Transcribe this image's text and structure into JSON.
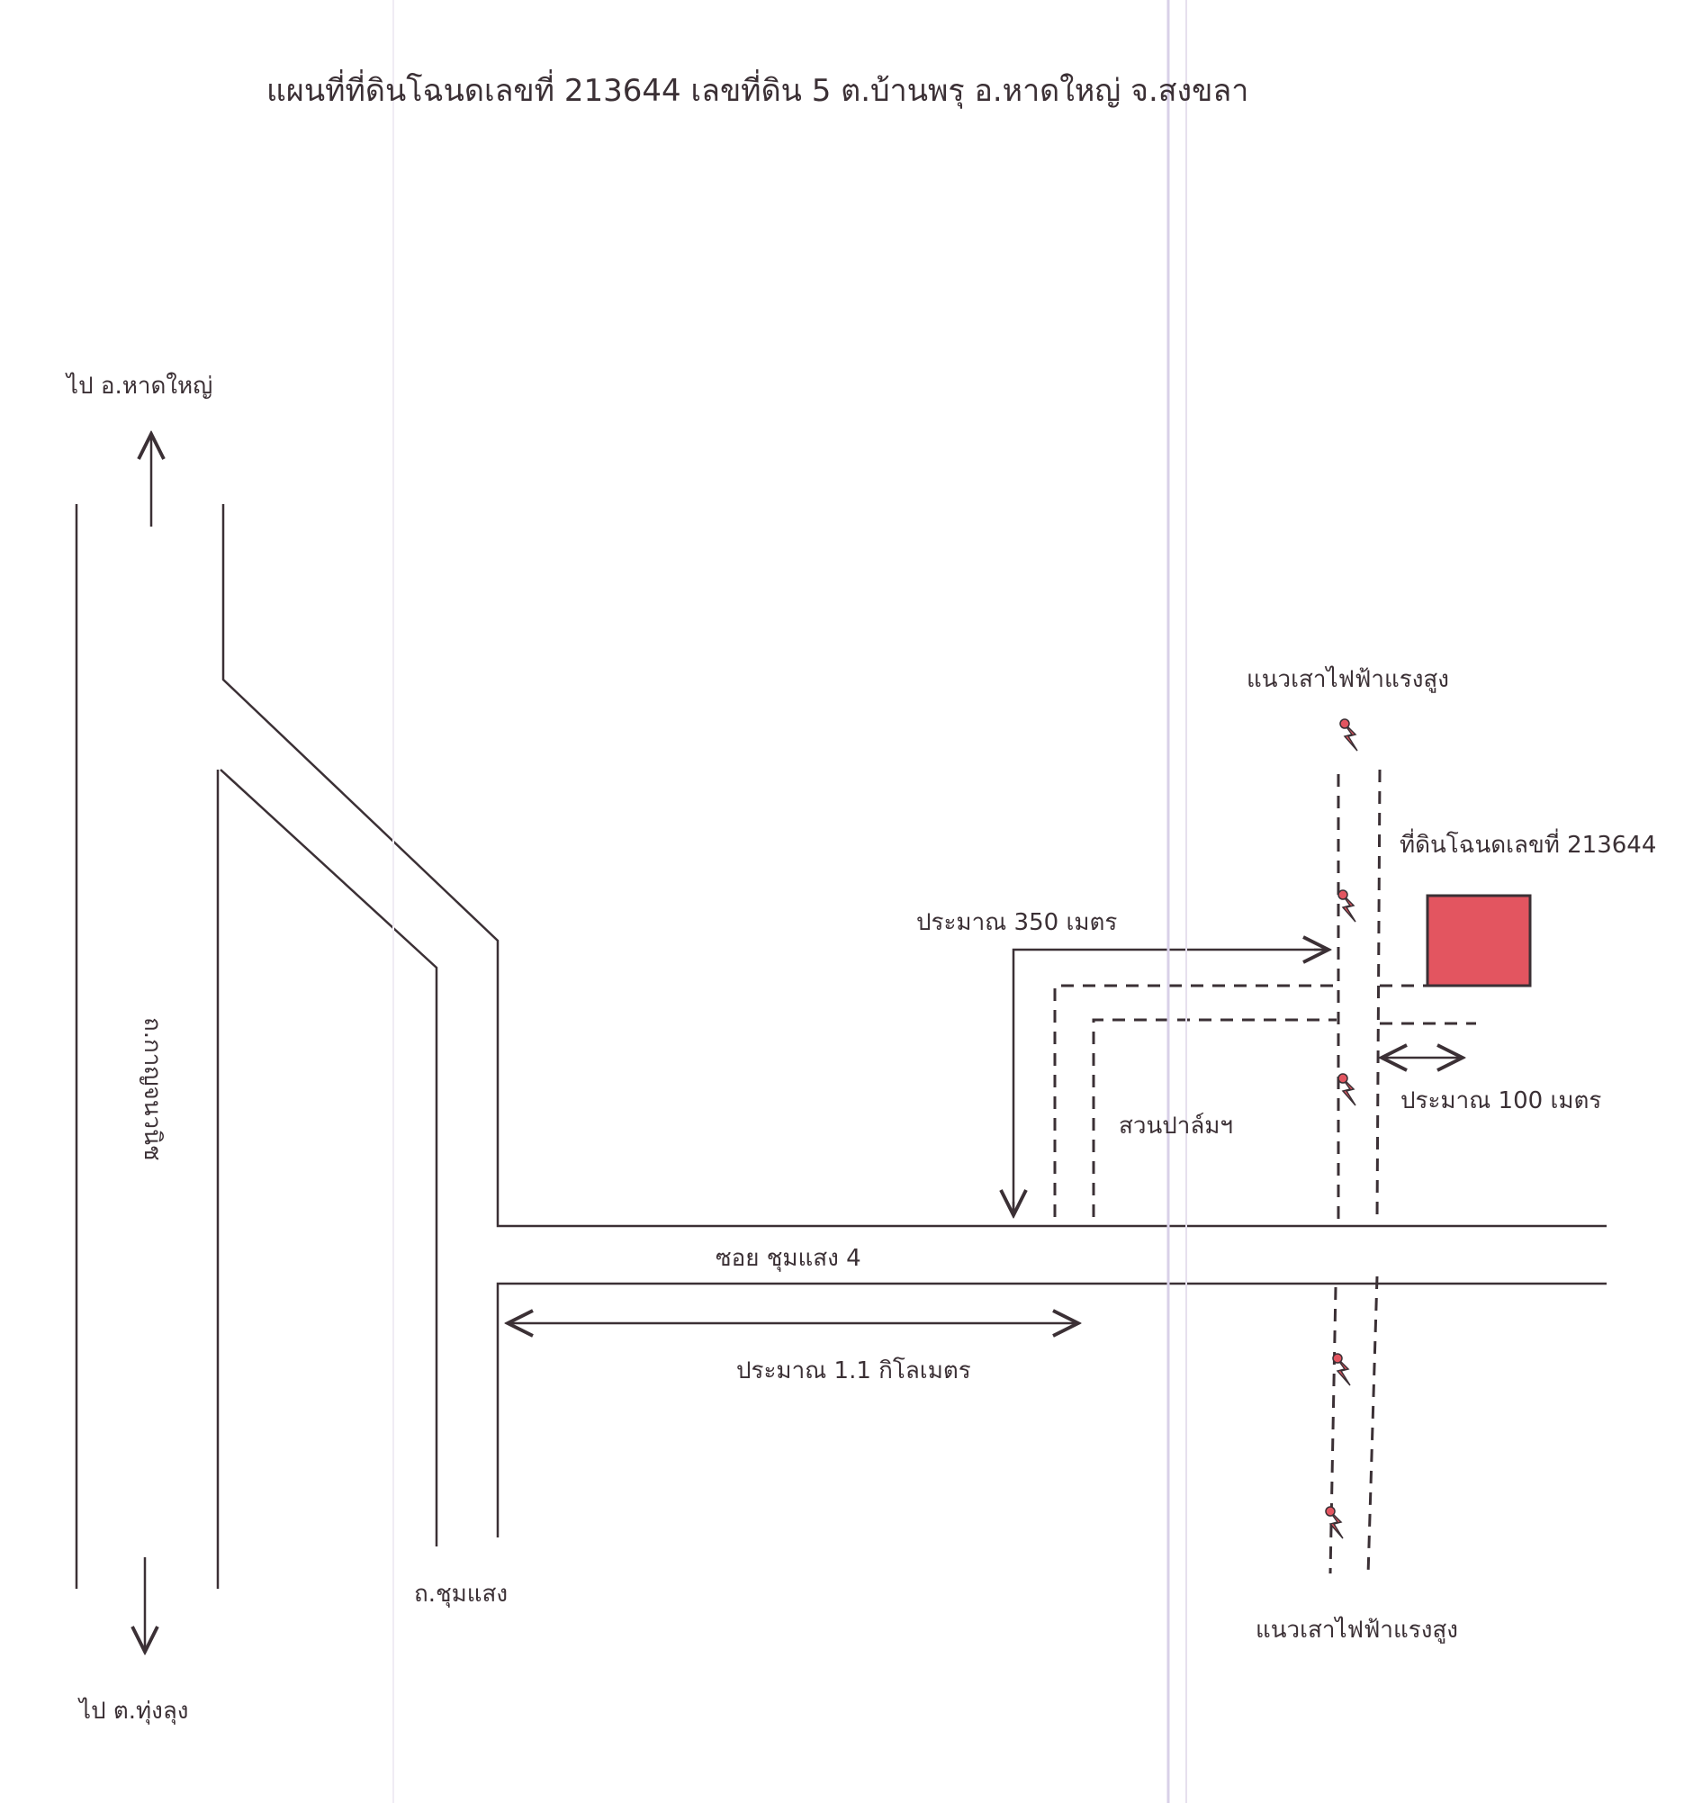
{
  "title": "แผนที่ที่ดินโฉนดเลขที่ 213644 เลขที่ดิน 5 ต.บ้านพรุ อ.หาดใหญ่ จ.สงขลา",
  "labels": {
    "to_hatyai": "ไป อ.หาดใหญ่",
    "to_thunglung": "ไป ต.ทุ่งลุง",
    "main_road": "ถ.กาญจนวนิช",
    "chumsaeng_road": "ถ.ชุมแสง",
    "soi": "ซอย ชุมแสง 4",
    "dist_1_1km": "ประมาณ 1.1 กิโลเมตร",
    "dist_350m": "ประมาณ 350 เมตร",
    "dist_100m": "ประมาณ 100 เมตร",
    "palm_garden": "สวนปาล์มฯ",
    "power_line_top": "แนวเสาไฟฟ้าแรงสูง",
    "power_line_bottom": "แนวเสาไฟฟ้าแรงสูง",
    "land_plot": "ที่ดินโฉนดเลขที่ 213644"
  },
  "colors": {
    "line": "#3b3035",
    "plot_fill": "#e35560",
    "pole_fill": "#e35560",
    "page": "#ffffff"
  },
  "icons": {
    "pole": "power-pole-icon",
    "arrow": "arrow-icon"
  }
}
